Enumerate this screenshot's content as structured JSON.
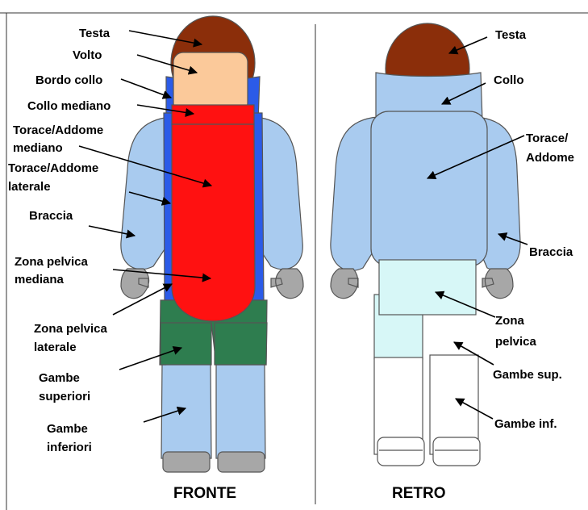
{
  "front": {
    "title": "FRONTE",
    "labels": {
      "testa": "Testa",
      "volto": "Volto",
      "bordo_collo": "Bordo collo",
      "collo_mediano": "Collo mediano",
      "torace_mediano_1": "Torace/Addome",
      "torace_mediano_2": "mediano",
      "torace_laterale_1": "Torace/Addome",
      "torace_laterale_2": "laterale",
      "braccia": "Braccia",
      "pelvica_mediana_1": "Zona pelvica",
      "pelvica_mediana_2": "mediana",
      "pelvica_laterale_1": "Zona pelvica",
      "pelvica_laterale_2": "laterale",
      "gambe_sup_1": "Gambe",
      "gambe_sup_2": "superiori",
      "gambe_inf_1": "Gambe",
      "gambe_inf_2": "inferiori"
    }
  },
  "back": {
    "title": "RETRO",
    "labels": {
      "testa": "Testa",
      "collo": "Collo",
      "torace_1": "Torace/",
      "torace_2": "Addome",
      "braccia": "Braccia",
      "pelvica_1": "Zona",
      "pelvica_2": "pelvica",
      "gambe_sup": "Gambe sup.",
      "gambe_inf": "Gambe inf."
    }
  },
  "colors": {
    "head": "#8B2E0A",
    "face": "#FBC99A",
    "suit": "#A9CBEF",
    "lateral": "#2B5BE8",
    "median": "#FF1111",
    "pelvic_lateral": "#2E7D4F",
    "hands_boots": "#A7A7A7",
    "pelvic_back": "#D7F7F7",
    "legs_back": "#FFFFFF"
  }
}
